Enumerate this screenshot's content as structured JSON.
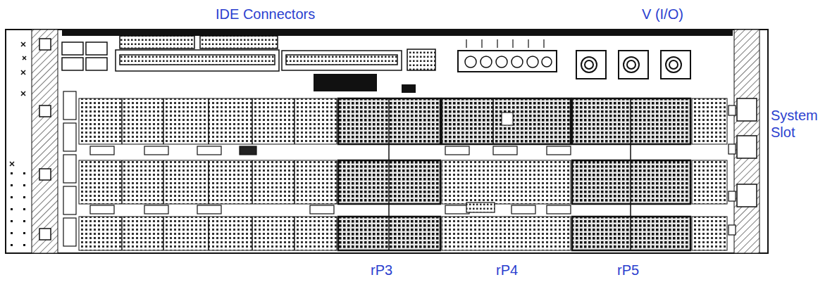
{
  "diagram": {
    "labels": [
      "IDE Connectors",
      "V (I/O)",
      "System Slot",
      "rP3",
      "rP4",
      "rP5"
    ]
  }
}
